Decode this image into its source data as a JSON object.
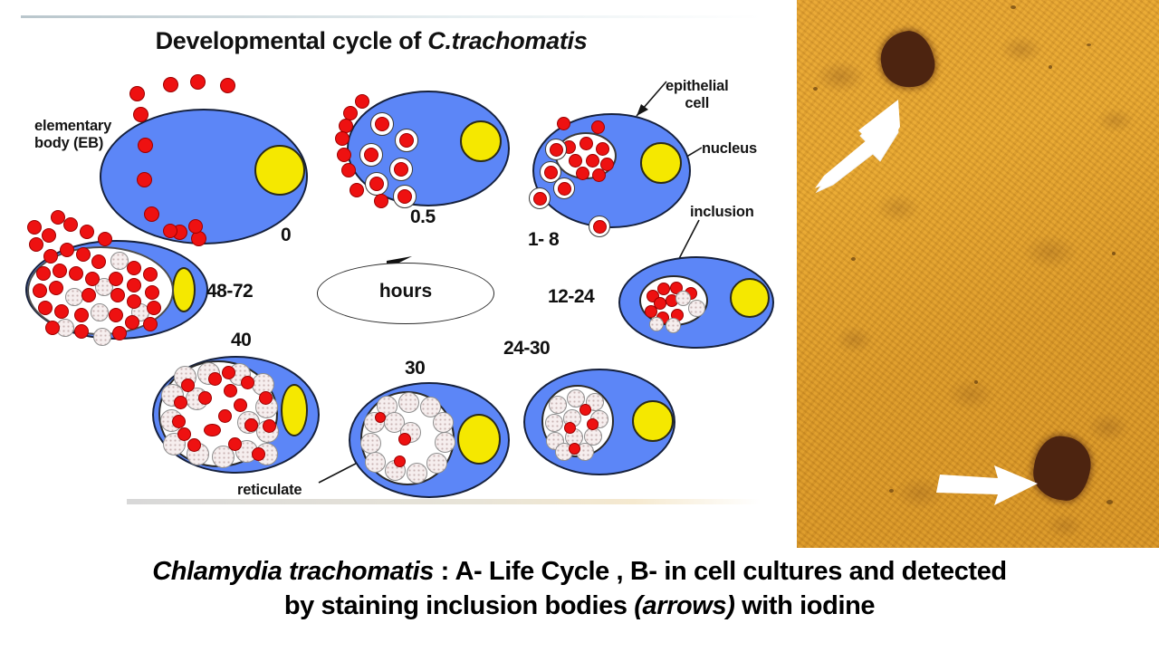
{
  "slide": {
    "caption_line1_species": "Chlamydia trachomatis",
    "caption_line1_rest": " : A- Life Cycle , B- in cell cultures and detected",
    "caption_line2_pre": "by staining inclusion bodies ",
    "caption_line2_arrows": "(arrows)",
    "caption_line2_post": " with iodine"
  },
  "panel_a": {
    "name": "A- Life Cycle",
    "title_pre": "Developmental cycle of ",
    "title_species": "C.trachomatis",
    "center_label": "hours",
    "annotations": [
      {
        "id": "elementary-body",
        "text": "elementary\nbody (EB)"
      },
      {
        "id": "epithelial-cell",
        "text": "epithelial\ncell"
      },
      {
        "id": "nucleus",
        "text": "nucleus"
      },
      {
        "id": "inclusion",
        "text": "inclusion"
      },
      {
        "id": "reticulate",
        "text": "reticulate"
      }
    ],
    "stages": [
      {
        "id": "stage-0",
        "time": "0",
        "desc": "free elementary bodies around epithelial cell"
      },
      {
        "id": "stage-0-5",
        "time": "0.5",
        "desc": "attachment and entry of EBs"
      },
      {
        "id": "stage-1-8",
        "time": "1- 8",
        "desc": "EBs inside early inclusion"
      },
      {
        "id": "stage-12-24",
        "time": "12-24",
        "desc": "conversion to reticulate bodies"
      },
      {
        "id": "stage-24-30",
        "time": "24-30",
        "desc": "reticulate bodies multiplying"
      },
      {
        "id": "stage-30",
        "time": "30",
        "desc": "large inclusion of reticulate bodies"
      },
      {
        "id": "stage-40",
        "time": "40",
        "desc": "reorganisation back into EBs"
      },
      {
        "id": "stage-48-72",
        "time": "48-72",
        "desc": "cell lysis and release of EBs"
      }
    ],
    "colors": {
      "cell": "#5c86f7",
      "nucleus": "#f5e800",
      "elementary_body": "#ee1111",
      "reticulate_body": "#f6eeee",
      "inclusion": "#ffffff"
    }
  },
  "panel_b": {
    "name": "B- in cell cultures",
    "stain": "iodine",
    "background_color": "#e0a02b",
    "inclusion_color": "#4d2410",
    "arrow_color": "#ffffff",
    "markers": [
      {
        "id": "inclusion-body-upper",
        "arrow": "arrow-up-right"
      },
      {
        "id": "inclusion-body-lower",
        "arrow": "arrow-right"
      }
    ]
  }
}
